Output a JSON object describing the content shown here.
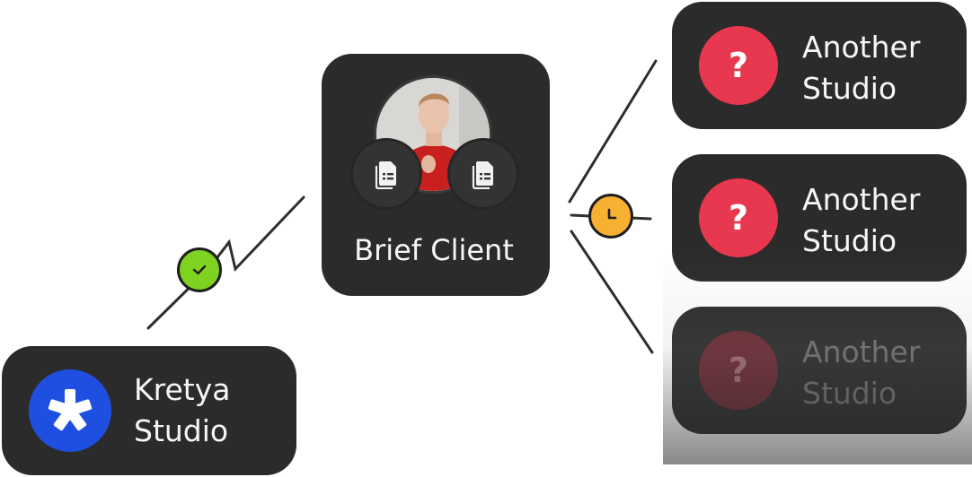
{
  "kretya": {
    "line1": "Kretya",
    "line2": "Studio"
  },
  "brief": {
    "title": "Brief Client"
  },
  "studios": [
    {
      "line1": "Another",
      "line2": "Studio",
      "symbol": "?"
    },
    {
      "line1": "Another",
      "line2": "Studio",
      "symbol": "?"
    },
    {
      "line1": "Another",
      "line2": "Studio",
      "symbol": "?"
    }
  ],
  "colors": {
    "card": "#2b2b2b",
    "accent_red": "#e8384f",
    "brand_blue": "#1f4fe0",
    "check_green": "#7ed321",
    "clock_orange": "#f6b032"
  },
  "icons": {
    "check": "check-icon",
    "clock": "clock-icon",
    "document": "document-icon",
    "logo": "asterisk-logo-icon"
  }
}
